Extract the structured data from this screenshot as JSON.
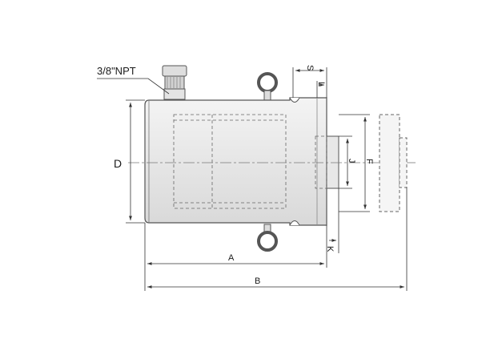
{
  "diagram": {
    "labels": {
      "port": "3/8\"NPT",
      "d": "D",
      "a": "A",
      "b": "B",
      "s": "S",
      "l": "L",
      "j": "J",
      "f": "F",
      "k": "K"
    },
    "colors": {
      "body_fill": "#ececec",
      "body_stroke": "#555555",
      "dim_line": "#333333",
      "hidden_line": "#666666"
    }
  }
}
